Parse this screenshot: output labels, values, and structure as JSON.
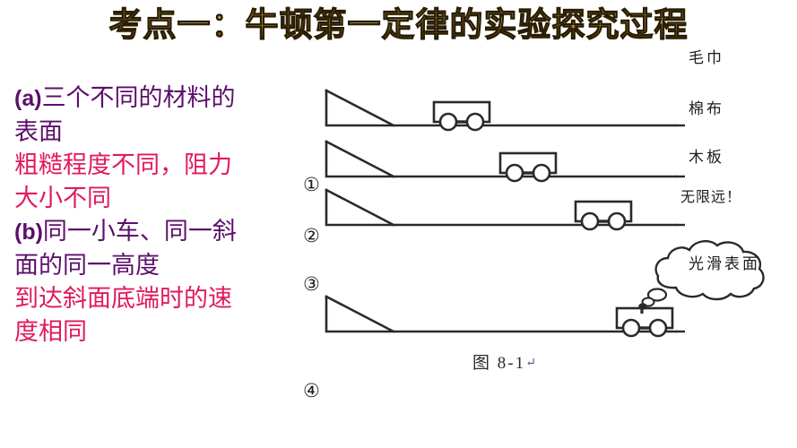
{
  "title": {
    "text": "考点一：牛顿第一定律的实验探究过程",
    "color_top": "#fdf0a8",
    "color_bottom": "#4a3208",
    "outline": "#231a05"
  },
  "colors": {
    "purple": "#5c0f6b",
    "crimson": "#e01a5c",
    "ink": "#1c1c1c",
    "background": "#ffffff"
  },
  "notes": {
    "items": [
      {
        "lead": "(a)",
        "text": "三个不同的材料的",
        "color": "purple"
      },
      {
        "lead": "",
        "text": "表面",
        "color": "purple"
      },
      {
        "lead": "",
        "text": "粗糙程度不同，阻力",
        "color": "crimson"
      },
      {
        "lead": "",
        "text": "大小不同",
        "color": "crimson"
      },
      {
        "lead": "(b)",
        "text": "同一小车、同一斜",
        "color": "purple"
      },
      {
        "lead": "",
        "text": "面的同一高度",
        "color": "purple"
      },
      {
        "lead": "",
        "text": "到达斜面底端时的速",
        "color": "crimson"
      },
      {
        "lead": "",
        "text": "度相同",
        "color": "crimson"
      }
    ]
  },
  "figure": {
    "caption": "图 8-1",
    "caption_mark": "↵",
    "rows": [
      {
        "number": "①",
        "surface_label": "毛巾",
        "cart_distance_label": "short"
      },
      {
        "number": "②",
        "surface_label": "棉布",
        "cart_distance_label": "medium"
      },
      {
        "number": "③",
        "surface_label": "木板",
        "cart_distance_label": "long"
      },
      {
        "number": "④",
        "surface_label": "光滑表面",
        "cart_distance_label": "infinite"
      }
    ],
    "thought_bubble": {
      "text": "无限远！"
    }
  }
}
